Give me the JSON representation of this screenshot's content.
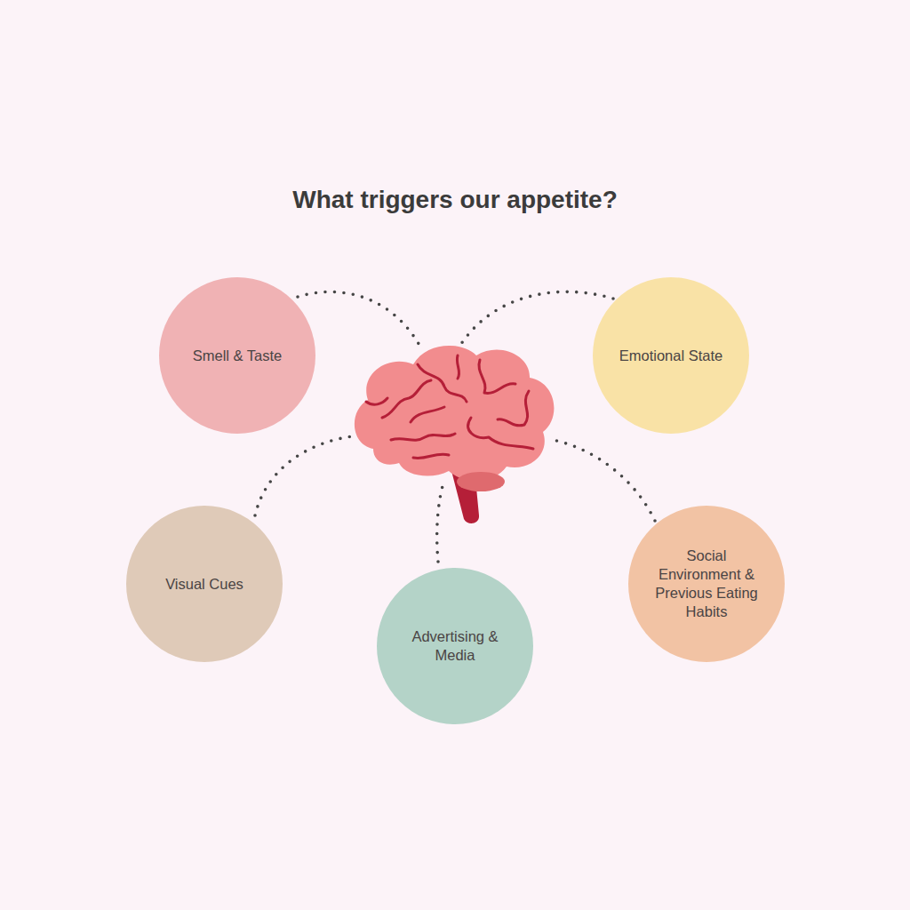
{
  "diagram": {
    "title": "What triggers our appetite?",
    "nodes": [
      {
        "text": [
          "Smell & Taste"
        ]
      },
      {
        "text": [
          "Emotional State"
        ]
      },
      {
        "text": [
          "Visual Cues"
        ]
      },
      {
        "text": [
          "Advertising & Media"
        ]
      },
      {
        "text": [
          "Social Environment & Previous Eating Habits"
        ]
      }
    ]
  }
}
